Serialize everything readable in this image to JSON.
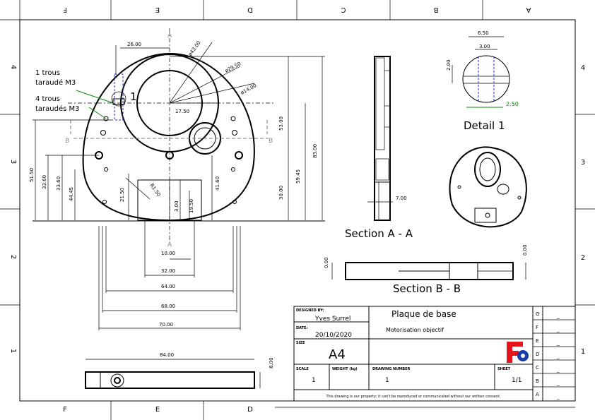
{
  "border": {
    "top_cols": [
      "F",
      "E",
      "D",
      "C",
      "B",
      "A"
    ],
    "bottom_cols": [
      "F",
      "E",
      "D"
    ],
    "left_rows": [
      "4",
      "3",
      "2",
      "1"
    ],
    "right_rows": [
      "4",
      "3",
      "2",
      "1"
    ]
  },
  "front_view": {
    "dims": {
      "d26": "26.00",
      "phi43": "ø43.00",
      "phi29": "ø29.50",
      "phi14": "ø14.00",
      "d17": "17.50",
      "d53": "53.00",
      "d83": "83.00",
      "d59": "59.45",
      "d30": "30.00",
      "d51": "51.50",
      "d33a": "33.60",
      "d33b": "33.60",
      "d44": "44.45",
      "d21": "21.50",
      "r1": "R1.50",
      "d3": "3.00",
      "d19": "19.50",
      "d41": "41.60",
      "d10": "10.00",
      "d32": "32.00",
      "d64": "64.00",
      "d68": "68.00",
      "d70": "70.00"
    },
    "notes": {
      "one_hole_1": "1 trous",
      "one_hole_2": "taraudé M3",
      "four_holes_1": "4 trous",
      "four_holes_2": "taraudés M3",
      "detail_marker": "1"
    },
    "cut_labels": {
      "a_top": "A",
      "a_bottom": "A",
      "b_left": "B",
      "b_right": "B"
    }
  },
  "section_aa": {
    "title": "Section A - A",
    "dim": "7.00"
  },
  "section_bb": {
    "title": "Section B - B",
    "dim_left": "0.00",
    "dim_right": "0.00"
  },
  "detail": {
    "title": "Detail 1",
    "d650": "6.50",
    "d300": "3.00",
    "d200": "2.00",
    "d250": "2.50"
  },
  "side_view": {
    "d84": "84.00",
    "d8": "8.00"
  },
  "title_block": {
    "designed_by_label": "DESIGNED BY:",
    "designer": "Yves Surrel",
    "date_label": "DATE:",
    "date": "20/10/2020",
    "title": "Plaque de base",
    "subtitle": "Motorisation objectif",
    "size_label": "SIZE",
    "size": "A4",
    "scale_label": "SCALE",
    "scale": "1",
    "weight_label": "WEIGHT (kg)",
    "drawing_number_label": "DRAWING NUMBER",
    "drawing_number": "1",
    "sheet_label": "SHEET",
    "sheet": "1/1",
    "disclaimer": "This drawing is our property; it can't be reproduced or communicated without our written consent.",
    "revisions": [
      "G",
      "F",
      "E",
      "D",
      "C",
      "B",
      "A"
    ],
    "revision_marks": [
      "_",
      "_",
      "_",
      "_",
      "_",
      "_",
      "_"
    ]
  },
  "colors": {
    "hidden": "#2233cc",
    "green": "#0a8a0a",
    "logo_red": "#e8141b",
    "logo_blue": "#1a3ea8"
  }
}
